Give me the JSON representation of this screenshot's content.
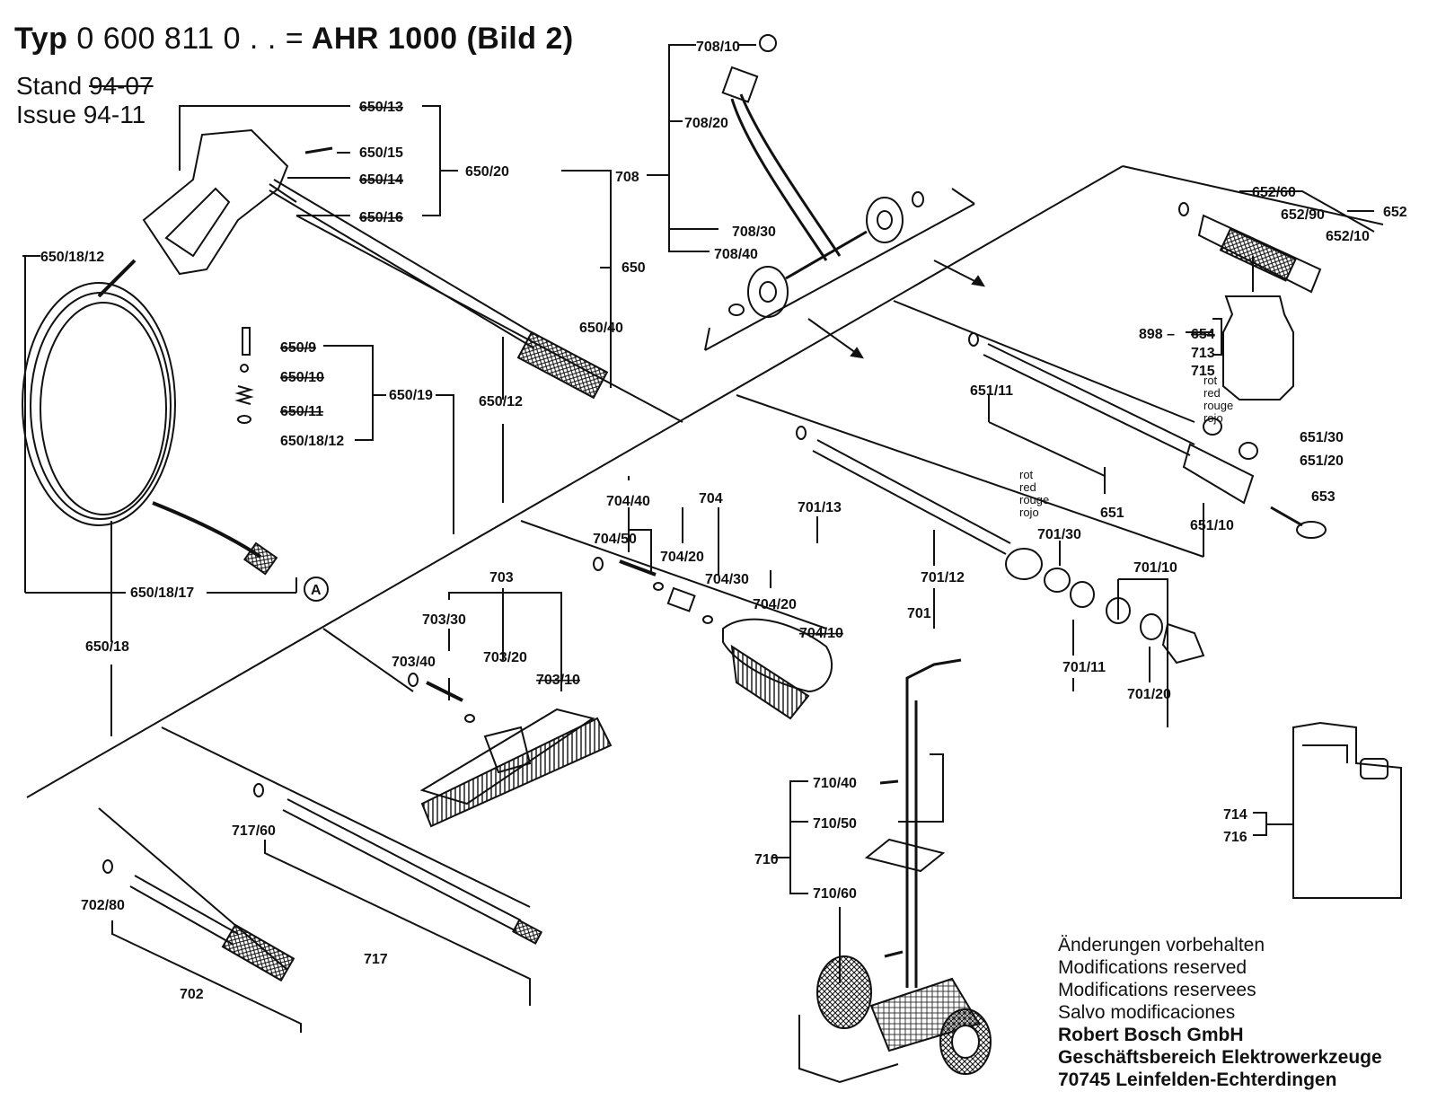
{
  "header": {
    "typ_label": "Typ",
    "typ_number": "0 600 811 0 . . =",
    "model": "AHR 1000 (Bild 2)",
    "stand_label": "Stand",
    "stand_value": "94-07",
    "issue_label": "Issue",
    "issue_value": "94-11"
  },
  "labels": {
    "p708_10": "708/10",
    "p708_20": "708/20",
    "p708": "708",
    "p708_30": "708/30",
    "p708_40": "708/40",
    "p650_13": "650/13",
    "p650_15": "650/15",
    "p650_14": "650/14",
    "p650_16": "650/16",
    "p650_20": "650/20",
    "p650": "650",
    "p650_40": "650/40",
    "p650_18_12a": "650/18/12",
    "p650_9": "650/9",
    "p650_10": "650/10",
    "p650_11": "650/11",
    "p650_18_12b": "650/18/12",
    "p650_19": "650/19",
    "p650_12": "650/12",
    "p650_18_17": "650/18/17",
    "p650_18": "650/18",
    "marker_a": "A",
    "p652_60": "652/60",
    "p652_90": "652/90",
    "p652": "652",
    "p652_10": "652/10",
    "p898": "898 –",
    "p654": "654",
    "p713": "713",
    "p715": "715",
    "p651_11": "651/11",
    "p651_30": "651/30",
    "p651_20": "651/20",
    "p651": "651",
    "p651_10": "651/10",
    "p653": "653",
    "p701_13": "701/13",
    "p701_30": "701/30",
    "p701_12": "701/12",
    "p701": "701",
    "p701_10": "701/10",
    "p701_11": "701/11",
    "p701_20": "701/20",
    "p704_40": "704/40",
    "p704": "704",
    "p704_50": "704/50",
    "p704_20a": "704/20",
    "p704_30": "704/30",
    "p704_20b": "704/20",
    "p704_10": "704/10",
    "p703": "703",
    "p703_30": "703/30",
    "p703_40": "703/40",
    "p703_20": "703/20",
    "p703_10": "703/10",
    "p717_60": "717/60",
    "p717": "717",
    "p702_80": "702/80",
    "p702": "702",
    "p710_40": "710/40",
    "p710_50": "710/50",
    "p710": "710",
    "p710_60": "710/60",
    "p714": "714",
    "p716": "716",
    "rot1": "rot",
    "red1": "red",
    "rouge1": "rouge",
    "rojo1": "rojo",
    "rot2": "rot",
    "red2": "red",
    "rouge2": "rouge",
    "rojo2": "rojo"
  },
  "footer": {
    "line1": "Änderungen vorbehalten",
    "line2": "Modifications reserved",
    "line3": "Modifications reservees",
    "line4": "Salvo modificaciones",
    "company": "Robert Bosch GmbH",
    "division": "Geschäftsbereich Elektrowerkzeuge",
    "address": "70745 Leinfelden-Echterdingen"
  }
}
